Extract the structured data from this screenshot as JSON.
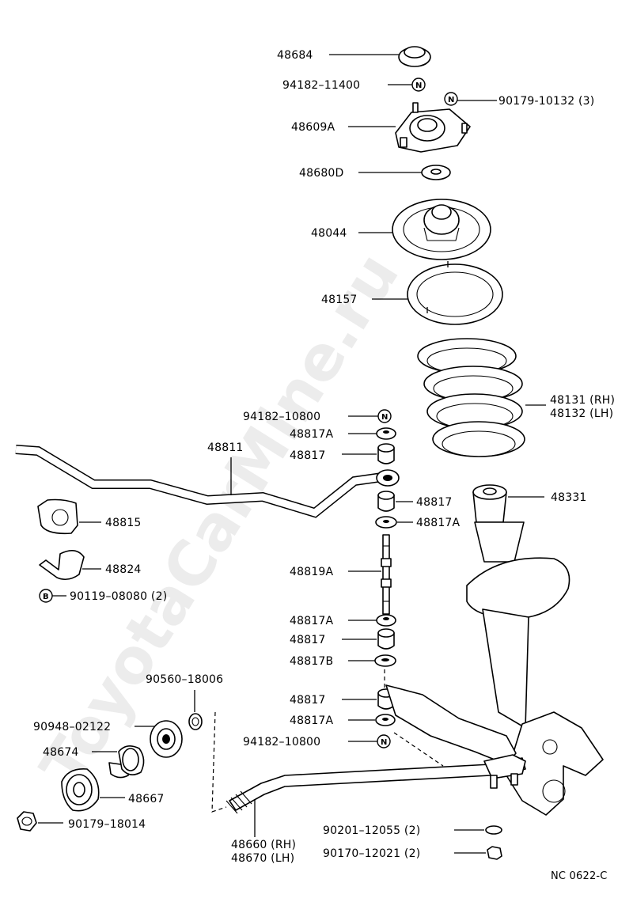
{
  "watermark": "ToyotaCarMine.ru",
  "footer_code": "NC  0622-C",
  "badge_letters": {
    "n": "N",
    "b": "B"
  },
  "labels": {
    "p48684": "48684",
    "p94182_11400": "94182–11400",
    "p90179_10132": "90179-10132 (3)",
    "p48609A": "48609A",
    "p48680D": "48680D",
    "p48044": "48044",
    "p48157": "48157",
    "p48131": "48131 (RH)",
    "p48132": "48132 (LH)",
    "p94182_10800_top": "94182–10800",
    "p48817A_1": "48817A",
    "p48817_1": "48817",
    "p48811": "48811",
    "p48817_2": "48817",
    "p48817A_2": "48817A",
    "p48331": "48331",
    "p48815": "48815",
    "p48824": "48824",
    "p90119_08080": "90119–08080 (2)",
    "p48819A": "48819A",
    "p48817A_3": "48817A",
    "p48817_3": "48817",
    "p48817B": "48817B",
    "p90560_18006": "90560–18006",
    "p48817_4": "48817",
    "p48817A_4": "48817A",
    "p90948_02122": "90948–02122",
    "p94182_10800_bot": "94182–10800",
    "p48674": "48674",
    "p48667": "48667",
    "p90179_18014": "90179–18014",
    "p48660": "48660 (RH)",
    "p48670": "48670 (LH)",
    "p90201_12055": "90201–12055 (2)",
    "p90170_12021": "90170–12021 (2)"
  }
}
